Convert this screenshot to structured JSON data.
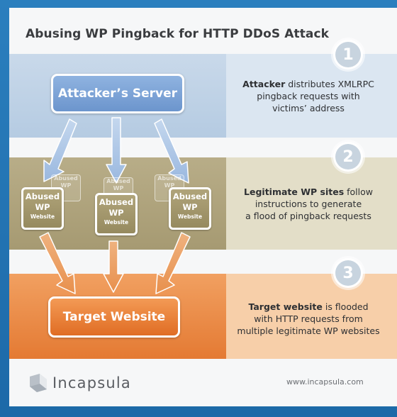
{
  "title": "Abusing WP Pingback for HTTP DDoS Attack",
  "steps": [
    {
      "number": "1",
      "bold": "Attacker",
      "line1_rest": " distributes XMLRPC",
      "line2": "pingback requests with",
      "line3": "victims’ address"
    },
    {
      "number": "2",
      "bold": "Legitimate WP sites",
      "line1_rest": " follow",
      "line2": "instructions to generate",
      "line3": "a flood of pingback requests"
    },
    {
      "number": "3",
      "bold": "Target website",
      "line1_rest": " is flooded",
      "line2": "with HTTP requests from",
      "line3": "multiple legitimate WP websites"
    }
  ],
  "diagram": {
    "server_label": "Attacker’s Server",
    "wp_site": {
      "line1": "Abused",
      "line2": "WP",
      "line3": "Website"
    },
    "wp_ghost": {
      "line1": "Abused",
      "line2": "WP"
    },
    "target_label": "Target Website"
  },
  "footer": {
    "brand": "Incapsula",
    "url": "www.incapsula.com"
  },
  "colors": {
    "background": "#1c69a8",
    "server_blue": "#7aa3d6",
    "wp_olive": "#a69a72",
    "target_orange": "#e47a33"
  }
}
